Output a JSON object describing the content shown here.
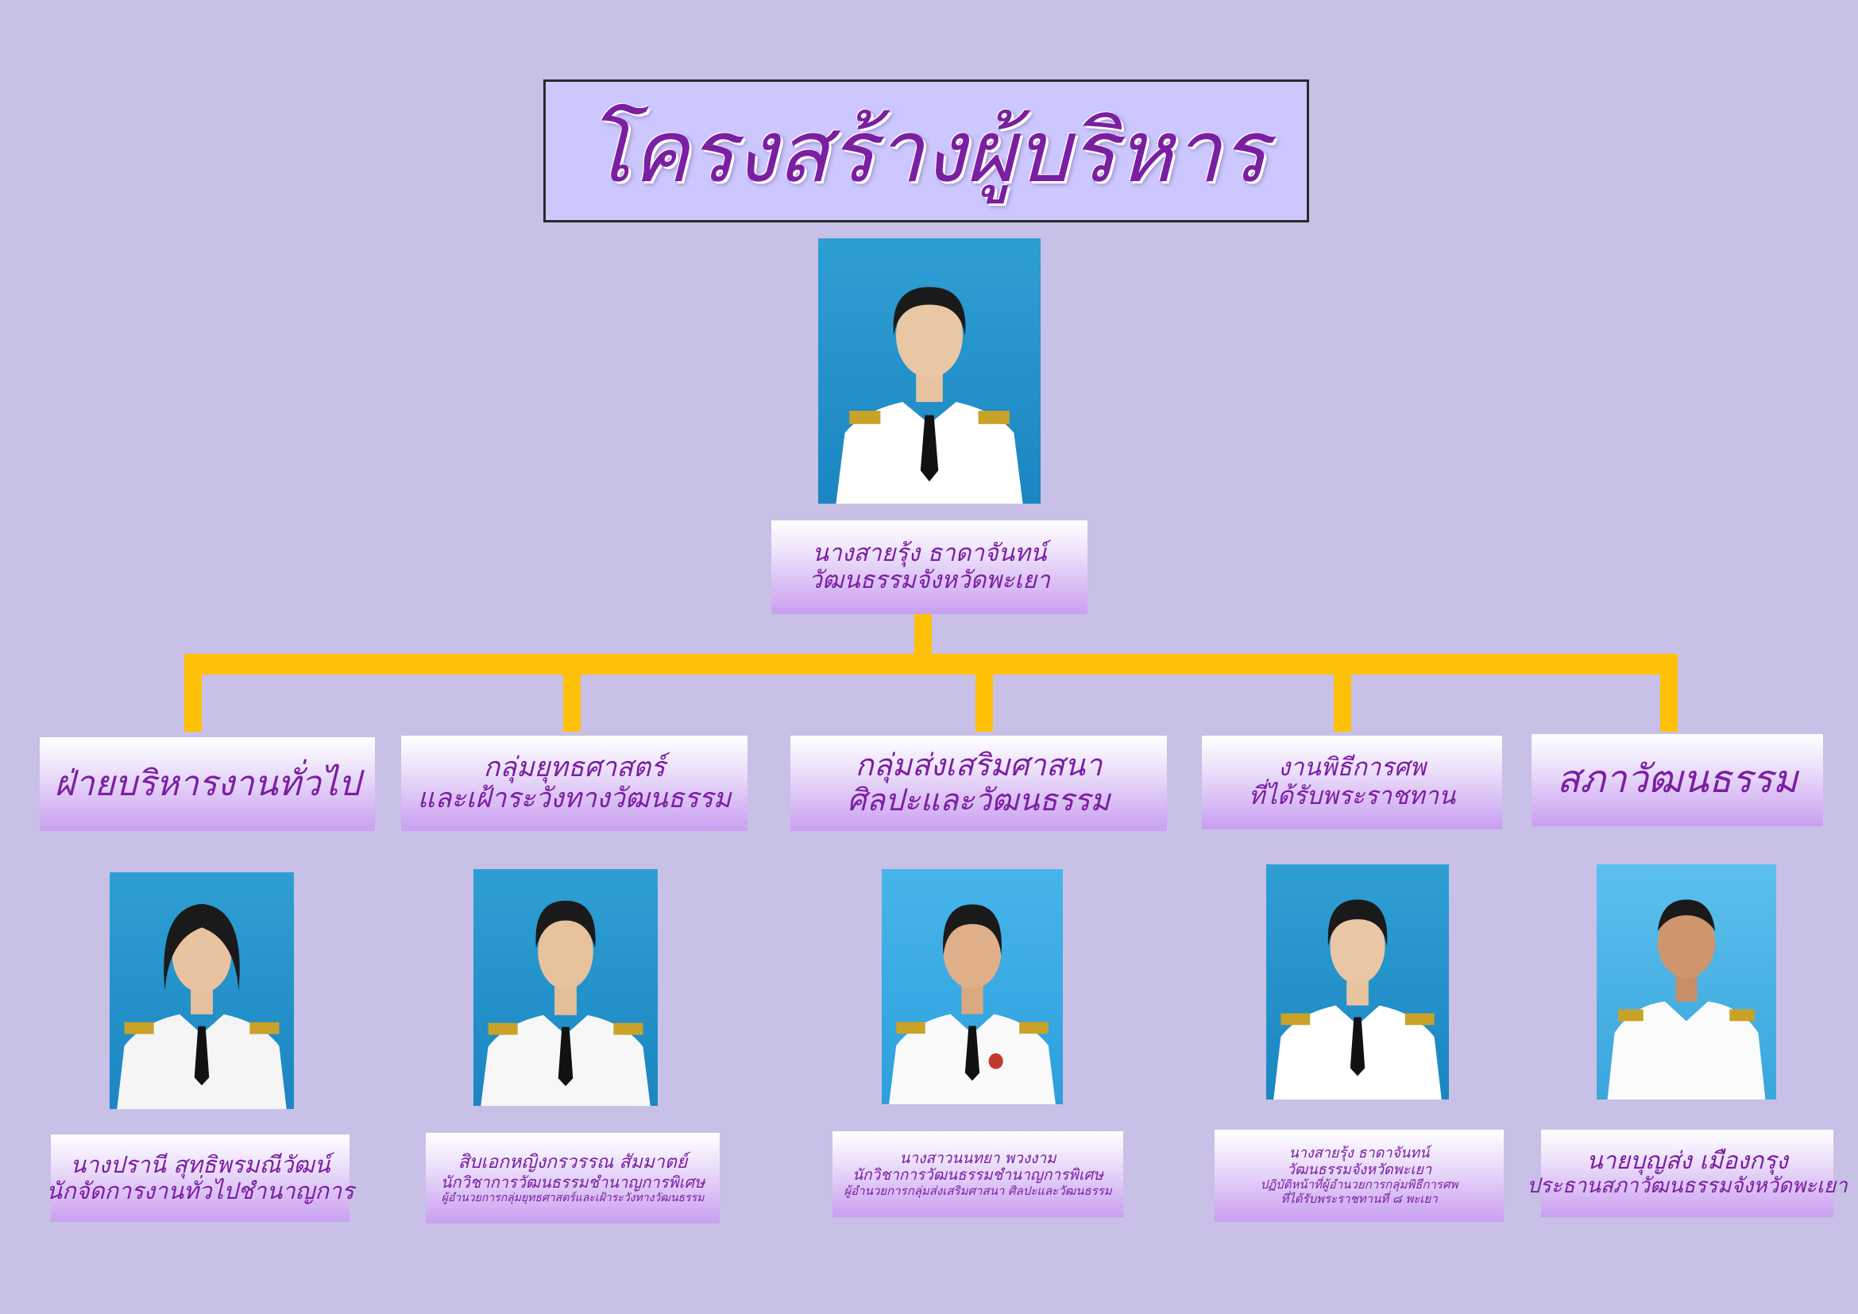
{
  "title": "โครงสร้างผู้บริหาร",
  "director": {
    "photo_icon": "portrait-photo-icon",
    "name": "นางสายรุ้ง ธาดาจันทน์",
    "position": "วัฒนธรรมจังหวัดพะเยา"
  },
  "departments": [
    {
      "line1": "ฝ่ายบริหารงานทั่วไป",
      "line2": ""
    },
    {
      "line1": "กลุ่มยุทธศาสตร์",
      "line2": "และเฝ้าระวังทางวัฒนธรรม"
    },
    {
      "line1": "กลุ่มส่งเสริมศาสนา",
      "line2": "ศิลปะและวัฒนธรรม"
    },
    {
      "line1": "งานพิธีการศพ",
      "line2": "ที่ได้รับพระราชทาน"
    },
    {
      "line1": "สภาวัฒนธรรม",
      "line2": ""
    }
  ],
  "staff": [
    {
      "lines": [
        "นางปรานี สุทธิพรมณีวัฒน์",
        "นักจัดการงานทั่วไปชำนาญการ"
      ]
    },
    {
      "lines": [
        "สิบเอกหญิงกรวรรณ สัมมาตย์",
        "นักวิชาการวัฒนธรรมชำนาญการพิเศษ",
        "ผู้อำนวยการกลุ่มยุทธศาสตร์และเฝ้าระวังทางวัฒนธรรม"
      ]
    },
    {
      "lines": [
        "นางสาวนนทยา พวงงาม",
        "นักวิชาการวัฒนธรรมชำนาญการพิเศษ",
        "ผู้อำนวยการกลุ่มส่งเสริมศาสนา ศิลปะและวัฒนธรรม"
      ]
    },
    {
      "lines": [
        "นางสายรุ้ง ธาดาจันทน์",
        "วัฒนธรรมจังหวัดพะเยา",
        "ปฏิบัติหน้าที่ผู้อำนวยการกลุ่มพิธีการศพ",
        "ที่ได้รับพระราชทานที่ ๘ พะเยา"
      ]
    },
    {
      "lines": [
        "นายบุญส่ง เมืองกรุง",
        "ประธานสภาวัฒนธรรมจังหวัดพะเยา"
      ]
    }
  ],
  "colors": {
    "background": "#c8c0e6",
    "title_box": "#ccc8ff",
    "text": "#7b1fa2",
    "connector": "#ffc107",
    "photo_bg": "#1b86c2"
  }
}
